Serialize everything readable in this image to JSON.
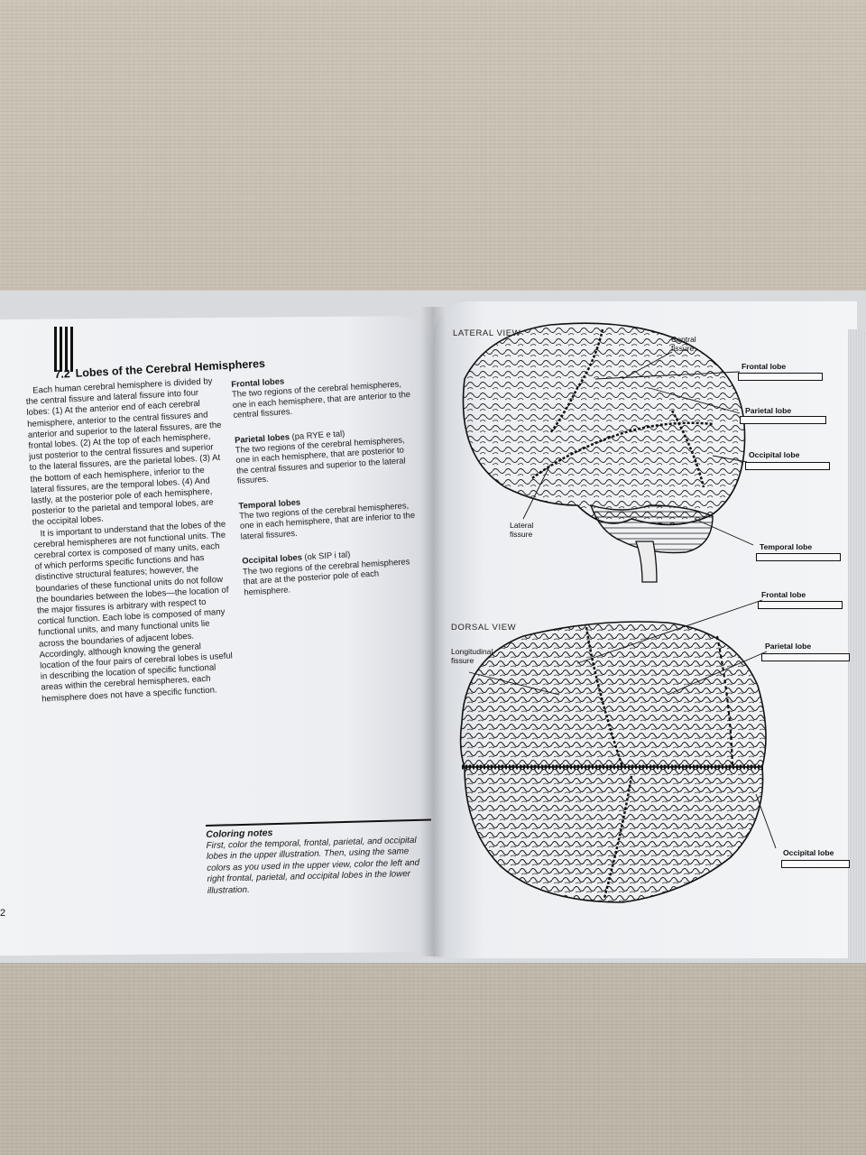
{
  "section": {
    "number": "7.2",
    "title": "Lobes of the Cerebral Hemispheres"
  },
  "body_paragraphs": [
    "Each human cerebral hemisphere is divided by the central fissure and lateral fissure into four lobes: (1) At the anterior end of each cerebral hemisphere, anterior to the central fissures and anterior and superior to the lateral fissures, are the frontal lobes. (2) At the top of each hemisphere, just posterior to the central fissures and superior to the lateral fissures, are the parietal lobes. (3) At the bottom of each hemisphere, inferior to the lateral fissures, are the temporal lobes. (4) And lastly, at the posterior pole of each hemisphere, posterior to the parietal and temporal lobes, are the occipital lobes.",
    "It is important to understand that the lobes of the cerebral hemispheres are not functional units. The cerebral cortex is composed of many units, each of which performs specific functions and has distinctive structural features; however, the boundaries of these functional units do not follow the boundaries between the lobes—the location of the major fissures is arbitrary with respect to cortical function. Each lobe is composed of many functional units, and many functional units lie across the boundaries of adjacent lobes. Accordingly, although knowing the general location of the four pairs of cerebral lobes is useful in describing the location of specific functional areas within the cerebral hemispheres, each hemisphere does not have a specific function."
  ],
  "glossary": [
    {
      "term": "Frontal lobes",
      "pron": "",
      "def": "The two regions of the cerebral hemispheres, one in each hemisphere, that are anterior to the central fissures."
    },
    {
      "term": "Parietal lobes",
      "pron": "(pa RYE e tal)",
      "def": "The two regions of the cerebral hemispheres, one in each hemisphere, that are posterior to the central fissures and superior to the lateral fissures."
    },
    {
      "term": "Temporal lobes",
      "pron": "",
      "def": "The two regions of the cerebral hemispheres, one in each hemisphere, that are inferior to the lateral fissures."
    },
    {
      "term": "Occipital lobes",
      "pron": "(ok SIP i tal)",
      "def": "The two regions of the cerebral hemispheres that are at the posterior pole of each hemisphere."
    }
  ],
  "coloring_notes": {
    "heading": "Coloring notes",
    "text": "First, color the temporal, frontal, parietal, and occipital lobes in the upper illustration. Then, using the same colors as you used in the upper view, color the left and right frontal, parietal, and occipital lobes in the lower illustration."
  },
  "page_number": "2",
  "lateral_view": {
    "title": "LATERAL VIEW",
    "central_fissure": "Central fissure",
    "lateral_fissure": "Lateral fissure",
    "frontal": "Frontal lobe",
    "parietal": "Parietal lobe",
    "occipital": "Occipital lobe",
    "temporal": "Temporal lobe"
  },
  "dorsal_view": {
    "title": "DORSAL VIEW",
    "longitudinal_fissure": "Longitudinal fissure",
    "frontal": "Frontal lobe",
    "parietal": "Parietal lobe",
    "occipital": "Occipital lobe"
  },
  "colors": {
    "ink": "#111111",
    "paper": "#f3f4f6",
    "fabric": "#c8c1b3"
  }
}
